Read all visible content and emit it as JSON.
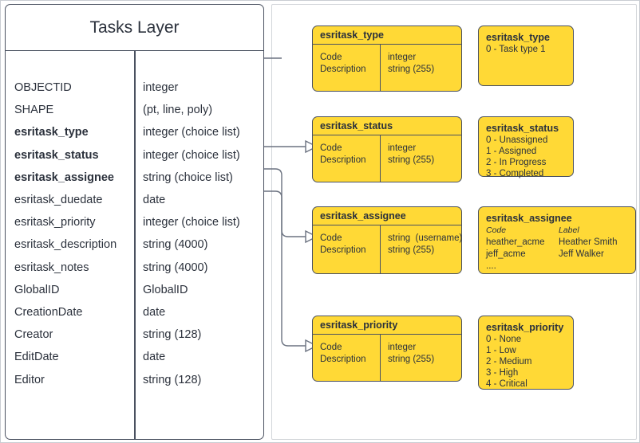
{
  "entity": {
    "title": "Tasks Layer",
    "fields": [
      {
        "name": "OBJECTID",
        "type": "integer",
        "bold": false
      },
      {
        "name": "SHAPE",
        "type": "(pt, line, poly)",
        "bold": false
      },
      {
        "name": "esritask_type",
        "type": "integer (choice list)",
        "bold": true
      },
      {
        "name": "esritask_status",
        "type": "integer (choice list)",
        "bold": true
      },
      {
        "name": "esritask_assignee",
        "type": "string (choice list)",
        "bold": true
      },
      {
        "name": "esritask_duedate",
        "type": "date",
        "bold": false
      },
      {
        "name": "esritask_priority",
        "type": "integer (choice list)",
        "bold": false
      },
      {
        "name": "esritask_description",
        "type": "string (4000)",
        "bold": false
      },
      {
        "name": "esritask_notes",
        "type": "string (4000)",
        "bold": false
      },
      {
        "name": "GlobalID",
        "type": "GlobalID",
        "bold": false
      },
      {
        "name": "CreationDate",
        "type": "date",
        "bold": false
      },
      {
        "name": "Creator",
        "type": "string (128)",
        "bold": false
      },
      {
        "name": "EditDate",
        "type": "date",
        "bold": false
      },
      {
        "name": "Editor",
        "type": "string (128)",
        "bold": false
      }
    ]
  },
  "domain_tables": [
    {
      "title": "esritask_type",
      "left_col": [
        "Code",
        "Description"
      ],
      "right_col": [
        "integer",
        "string (255)"
      ]
    },
    {
      "title": "esritask_status",
      "left_col": [
        "Code",
        "Description"
      ],
      "right_col": [
        "integer",
        "string (255)"
      ]
    },
    {
      "title": "esritask_assignee",
      "left_col": [
        "Code",
        "Description"
      ],
      "right_col": [
        "string  (username)",
        "string (255)"
      ]
    },
    {
      "title": "esritask_priority",
      "left_col": [
        "Code",
        "Description"
      ],
      "right_col": [
        "integer",
        "string (255)"
      ]
    }
  ],
  "value_boxes": {
    "type": {
      "title": "esritask_type",
      "lines": [
        "0 - Task type 1"
      ]
    },
    "status": {
      "title": "esritask_status",
      "lines": [
        "0 - Unassigned",
        "1 - Assigned",
        "2 - In Progress",
        "3 - Completed"
      ]
    },
    "assignee": {
      "title": "esritask_assignee",
      "headers": [
        "Code",
        "Label"
      ],
      "rows": [
        [
          "heather_acme",
          "Heather Smith"
        ],
        [
          "jeff_acme",
          "Jeff Walker"
        ],
        [
          "....",
          ""
        ]
      ]
    },
    "priority": {
      "title": "esritask_priority",
      "lines": [
        "0 - None",
        "1 - Low",
        "2 - Medium",
        "3 - High",
        "4 - Critical"
      ]
    }
  },
  "colors": {
    "domain_fill": "#ffd936",
    "stroke": "#4a5160",
    "text": "#2b313c",
    "frame": "#d2d5d9"
  }
}
